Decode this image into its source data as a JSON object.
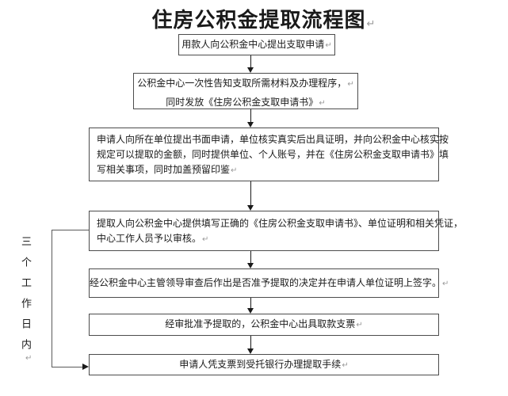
{
  "page": {
    "title": "住房公积金提取流程图",
    "background": "#ffffff"
  },
  "glyphs": {
    "return_mark": "↵"
  },
  "colors": {
    "box_border": "#4c4c4c",
    "text": "#1a1a1a",
    "connector": "#1a1a1a",
    "bracket_line": "#5a5a5a",
    "return_mark": "#9a9a9a"
  },
  "side_label": {
    "text": "三个工作日内"
  },
  "flow": {
    "boxes": [
      {
        "name": "step-1",
        "lines": [
          "用款人向公积金中心提出支取申请"
        ]
      },
      {
        "name": "step-2",
        "lines": [
          "公积金中心一次性告知支取所需材料及办理程序，",
          "同时发放《住房公积金支取申请书》"
        ]
      },
      {
        "name": "step-3",
        "lines": [
          "申请人向所在单位提出书面申请，单位核实真实后出具证明，并向公积金中心核实按",
          "规定可以提取的金额，同时提供单位、个人账号，并在《住房公积金支取申请书》填",
          "写相关事项，同时加盖预留印鉴"
        ]
      },
      {
        "name": "step-4",
        "lines": [
          "提取人向公积金中心提供填写正确的《住房公积金支取申请书》、单位证明和相关凭证，",
          "中心工作人员予以审核。"
        ]
      },
      {
        "name": "step-5",
        "lines": [
          "经公积金中心主管领导审查后作出是否准予提取的决定并在申请人单位证明上签字。"
        ]
      },
      {
        "name": "step-6",
        "lines": [
          "经审批准予提取的，公积金中心出具取款支票"
        ]
      },
      {
        "name": "step-7",
        "lines": [
          "申请人凭支票到受托银行办理提取手续"
        ]
      }
    ]
  }
}
